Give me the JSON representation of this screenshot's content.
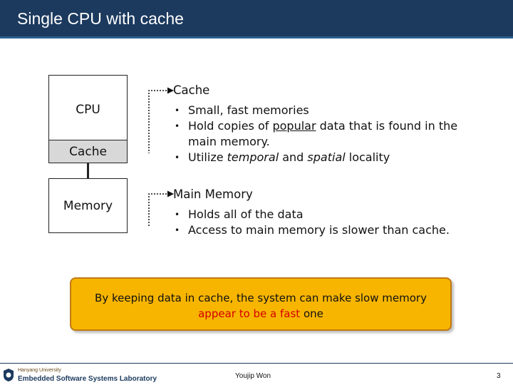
{
  "slide": {
    "title": "Single CPU with cache"
  },
  "diagram": {
    "cpu_label": "CPU",
    "cache_label": "Cache",
    "memory_label": "Memory"
  },
  "cache_desc": {
    "title": "Cache",
    "b1": "Small, fast memories",
    "b2_pre": "Hold copies of ",
    "b2_u": "popular",
    "b2_post": " data that is found in the main memory.",
    "b3_pre": "Utilize ",
    "b3_i1": "temporal",
    "b3_mid": " and ",
    "b3_i2": "spatial",
    "b3_post": " locality"
  },
  "memory_desc": {
    "title": "Main Memory",
    "b1": "Holds all of the data",
    "b2": "Access to main memory is slower than cache."
  },
  "callout": {
    "line1": "By keeping data in cache, the system can make slow memory",
    "line2_red": "appear to be a fast",
    "line2_post": " one"
  },
  "footer": {
    "university": "Hanyang University",
    "lab": "Embedded Software Systems Laboratory",
    "author": "Youjip Won",
    "page": "3"
  },
  "colors": {
    "title_bar": "#1c3a5e",
    "callout_fill": "#f7b500",
    "callout_border": "#c07a12",
    "highlight": "#d40000",
    "cache_block": "#d8d8d8"
  }
}
